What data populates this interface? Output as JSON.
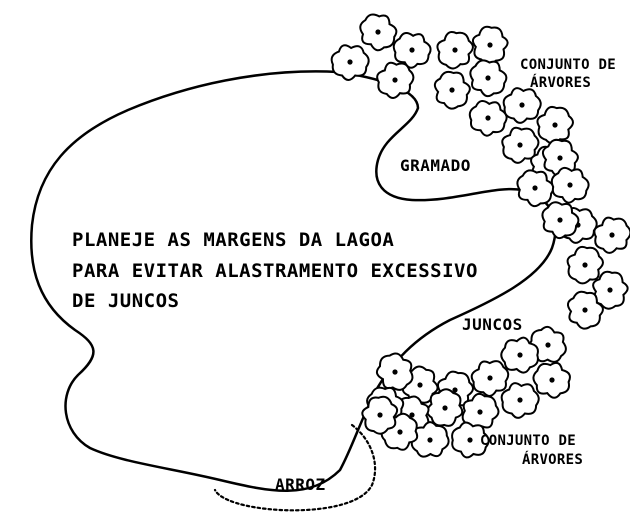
{
  "diagram": {
    "main_text": [
      "PLANEJE AS MARGENS DA LAGOA",
      "PARA EVITAR ALASTRAMENTO EXCESSIVO",
      "DE JUNCOS"
    ],
    "labels": {
      "gramado": "GRAMADO",
      "juncos": "JUNCOS",
      "arroz": "ARROZ",
      "trees_top": [
        "CONJUNTO DE",
        "ÁRVORES"
      ],
      "trees_bottom": [
        "CONJUNTO DE",
        "ÁRVORES"
      ]
    },
    "colors": {
      "ink": "#000000",
      "background": "#ffffff"
    }
  }
}
